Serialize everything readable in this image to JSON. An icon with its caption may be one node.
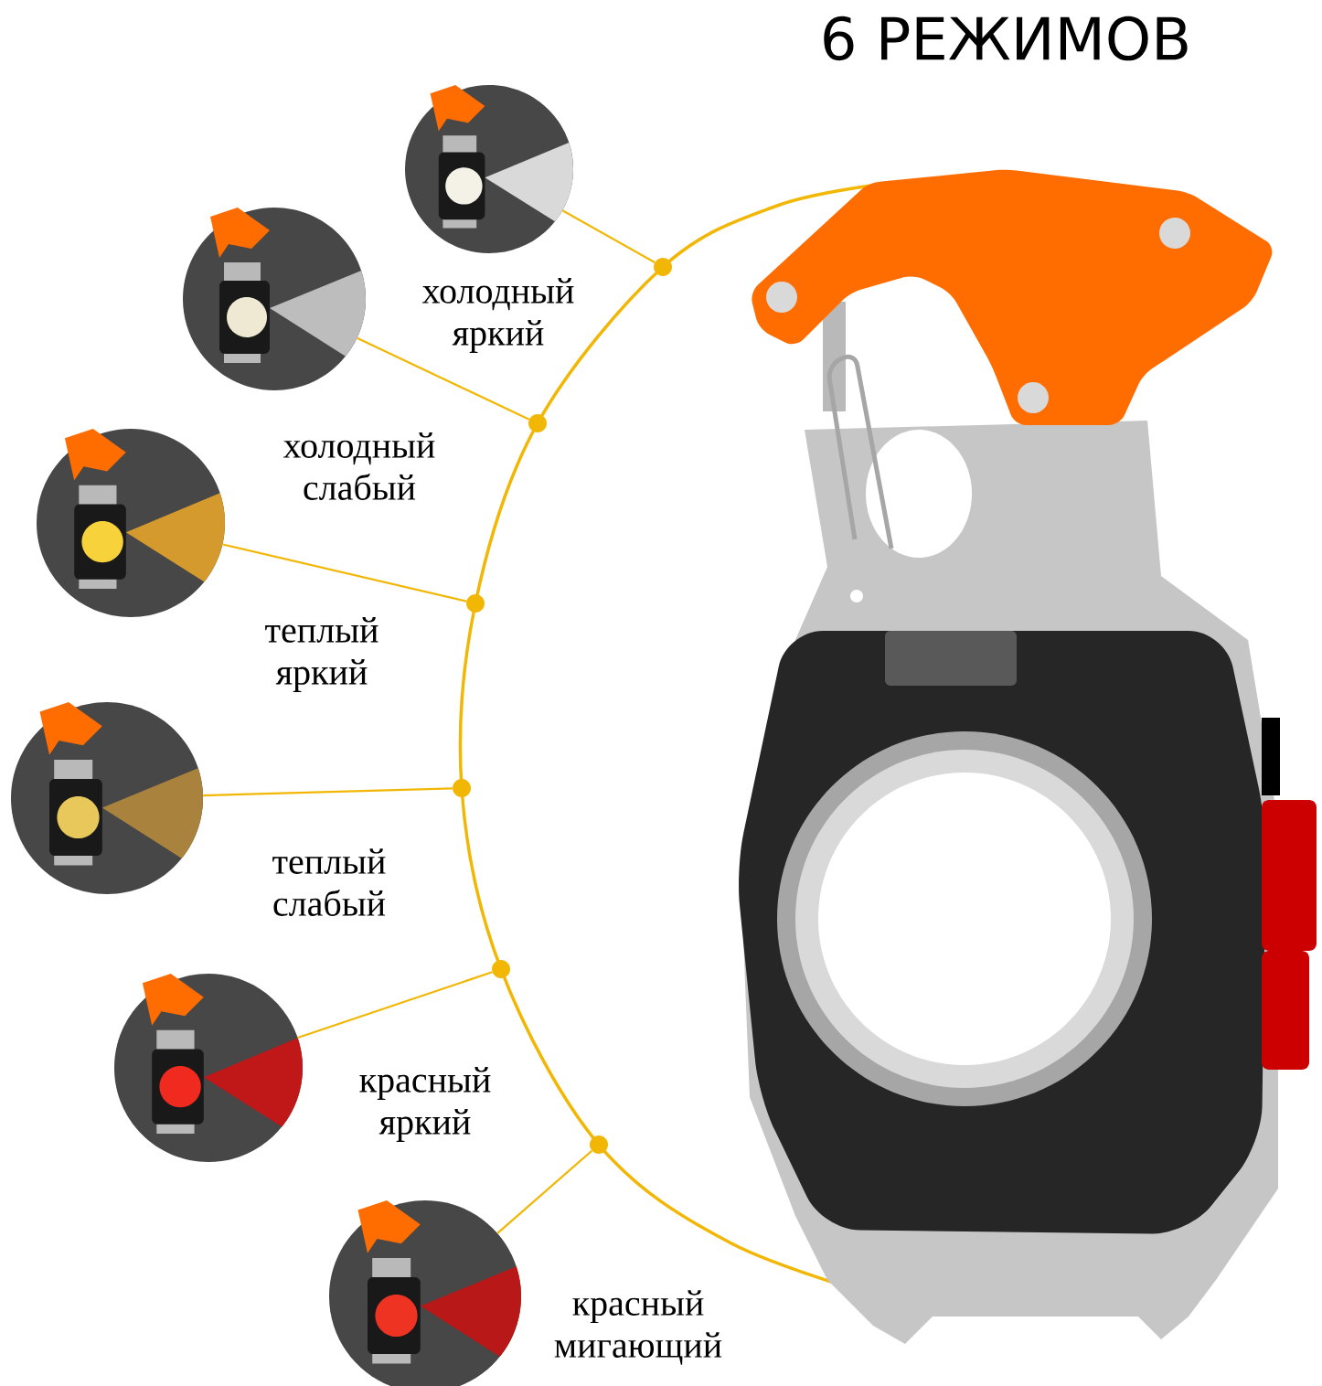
{
  "diagram": {
    "title": "6 РЕЖИМОВ",
    "nodes": [
      {
        "text": [],
        "shape": "picture",
        "beside": [
          "холодный яркий"
        ]
      },
      {
        "text": [],
        "shape": "picture",
        "beside": [
          "холодный слабый"
        ]
      },
      {
        "text": [],
        "shape": "picture",
        "beside": [
          "теплый яркий"
        ]
      },
      {
        "text": [],
        "shape": "picture",
        "beside": [
          "теплый слабый"
        ]
      },
      {
        "text": [],
        "shape": "picture",
        "beside": [
          "красный яркий"
        ]
      },
      {
        "text": [],
        "shape": "picture",
        "beside": [
          "красный мигающий"
        ]
      },
      {
        "text": [],
        "shape": "circle"
      },
      {
        "text": [],
        "shape": "circle"
      },
      {
        "text": [],
        "shape": "circle"
      },
      {
        "text": [],
        "shape": "circle"
      },
      {
        "text": [],
        "shape": "circle"
      },
      {
        "text": [],
        "shape": "circle"
      }
    ],
    "edges": [
      {
        "from": 0,
        "to": 6,
        "arrow": "none"
      },
      {
        "from": 1,
        "to": 7,
        "arrow": "none"
      },
      {
        "from": 2,
        "to": 8,
        "arrow": "none"
      },
      {
        "from": 3,
        "to": 9,
        "arrow": "none"
      },
      {
        "from": 4,
        "to": 10,
        "arrow": "none"
      },
      {
        "from": 5,
        "to": 11,
        "arrow": "none"
      }
    ]
  }
}
